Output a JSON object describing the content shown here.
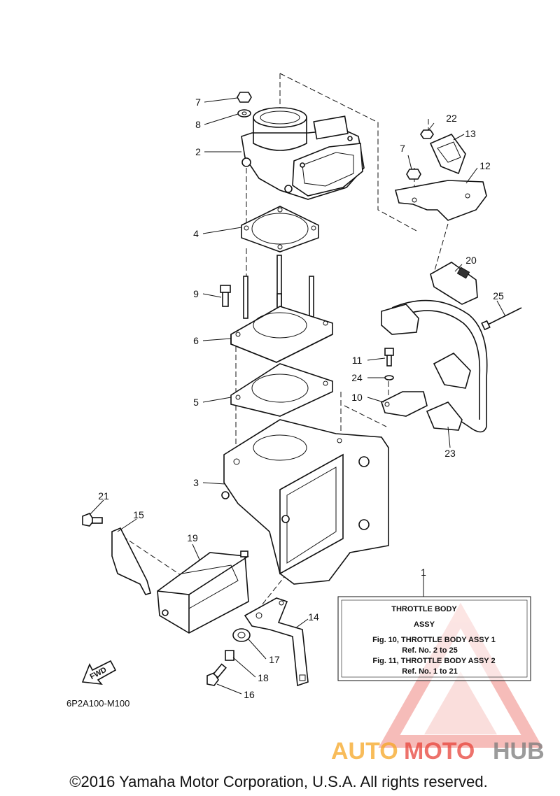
{
  "callouts": [
    "1",
    "2",
    "3",
    "4",
    "5",
    "6",
    "7",
    "8",
    "9",
    "10",
    "11",
    "12",
    "13",
    "14",
    "15",
    "16",
    "17",
    "18",
    "19",
    "20",
    "21",
    "22",
    "23",
    "24",
    "25"
  ],
  "duplicate_callout_7": "7",
  "info_box": {
    "line1": "THROTTLE BODY",
    "line2": "ASSY",
    "line3": "Fig. 10, THROTTLE  BODY ASSY 1",
    "line4": "Ref. No. 2 to 25",
    "line5": "Fig. 11, THROTTLE  BODY ASSY 2",
    "line6": "Ref. No. 1 to 21"
  },
  "fwd_label": "FWD",
  "diagram_code": "6P2A100-M100",
  "copyright": "©2016 Yamaha Motor Corporation, U.S.A. All rights reserved.",
  "watermark": {
    "part1": "AUTO",
    "part2": "MOTO",
    "part3": "HUB",
    "color_orange": "#f6a623",
    "color_red": "#e8433a",
    "color_grey": "#7a7a7a"
  }
}
